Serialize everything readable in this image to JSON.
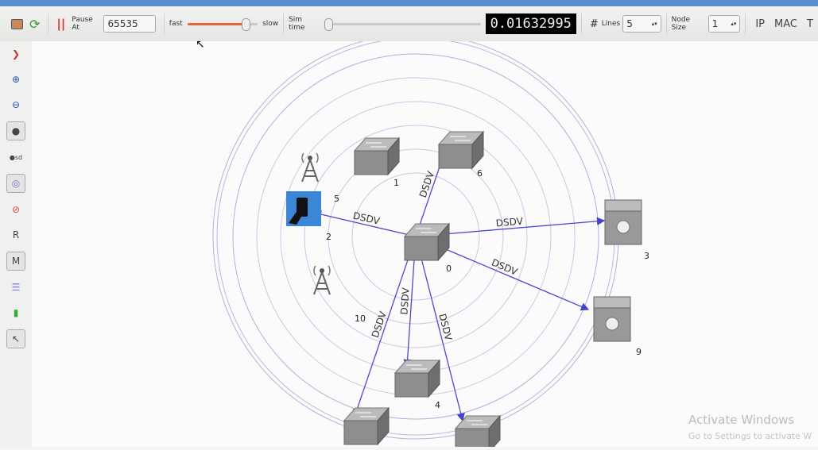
{
  "toolbar": {
    "pause_label": "Pause At",
    "pause_value": "65535",
    "fast_label": "fast",
    "slow_label": "slow",
    "speed": 0.8,
    "simtime_label": "Sim time",
    "simtime_pos": 0,
    "time_display": "0.01632995",
    "lines_icon": "#",
    "lines_label": "Lines",
    "lines_value": "5",
    "nodesize_label": "Node Size",
    "nodesize_value": "1",
    "ip_label": "IP",
    "mac_label": "MAC",
    "t_label": "T"
  },
  "sidebar": {
    "r_label": "R",
    "m_label": "M"
  },
  "links": [
    {
      "to": "6",
      "label": "DSDV"
    },
    {
      "to": "2",
      "label": "DSDV"
    },
    {
      "to": "3",
      "label": "DSDV"
    },
    {
      "to": "9",
      "label": "DSDV"
    },
    {
      "to": "4",
      "label": "DSDV"
    },
    {
      "to": "bl",
      "label": "DSDV"
    },
    {
      "to": "br",
      "label": "DSDV"
    }
  ],
  "nodes": [
    {
      "id": "0",
      "label": "0",
      "type": "switch"
    },
    {
      "id": "1",
      "label": "1",
      "type": "switch"
    },
    {
      "id": "6",
      "label": "6",
      "type": "switch"
    },
    {
      "id": "5",
      "label": "5",
      "type": "tower"
    },
    {
      "id": "2",
      "label": "2",
      "type": "phone"
    },
    {
      "id": "3",
      "label": "3",
      "type": "router"
    },
    {
      "id": "9",
      "label": "9",
      "type": "router"
    },
    {
      "id": "10",
      "label": "10",
      "type": "tower"
    },
    {
      "id": "4",
      "label": "4",
      "type": "switch"
    },
    {
      "id": "bl",
      "label": "",
      "type": "switch"
    },
    {
      "id": "br",
      "label": "",
      "type": "switch"
    }
  ],
  "watermark": {
    "title": "Activate Windows",
    "sub": "Go to Settings to activate W"
  }
}
